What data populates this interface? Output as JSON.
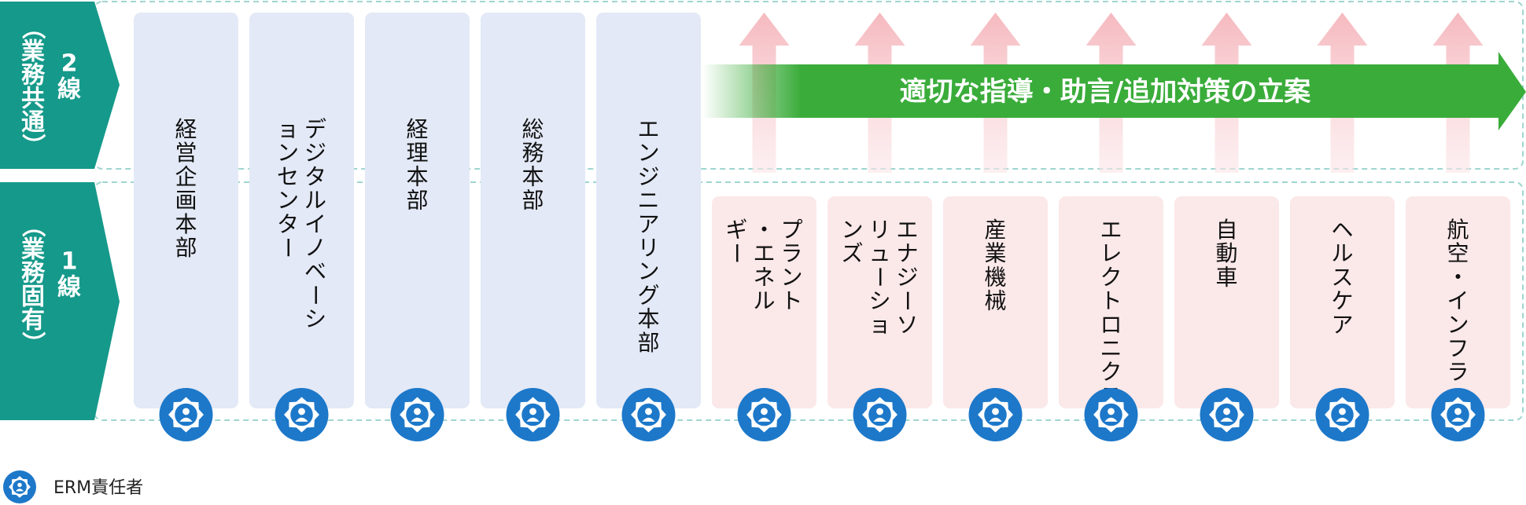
{
  "lines": {
    "line2": {
      "paren_label": "（業務共通）",
      "num_label": "2線"
    },
    "line1": {
      "paren_label": "（業務固有）",
      "num_label": "1線"
    }
  },
  "common_departments": [
    {
      "label": "経営企画本部"
    },
    {
      "label": "デジタルイノベーションセンター"
    },
    {
      "label": "経理本部"
    },
    {
      "label": "総務本部"
    },
    {
      "label": "エンジニアリング本部"
    }
  ],
  "business_units": [
    {
      "label": "プラント・エネルギー"
    },
    {
      "label": "エナジーソリューションズ"
    },
    {
      "label": "産業機械"
    },
    {
      "label": "エレクトロニクス"
    },
    {
      "label": "自動車"
    },
    {
      "label": "ヘルスケア"
    },
    {
      "label": "航空・インフラ"
    }
  ],
  "arrow_label": "適切な指導・助言/追加対策の立案",
  "legend": {
    "label": "ERM責任者",
    "icon": "erm-officer-icon"
  },
  "colors": {
    "teal": "#15998a",
    "common_box": "#e3e9f6",
    "unit_box": "#fbe8e9",
    "up_arrow": "#f7c6cb",
    "green_arrow": "#3aac3a",
    "icon_blue": "#1d78c9",
    "dashed": "#9fd6d0"
  }
}
